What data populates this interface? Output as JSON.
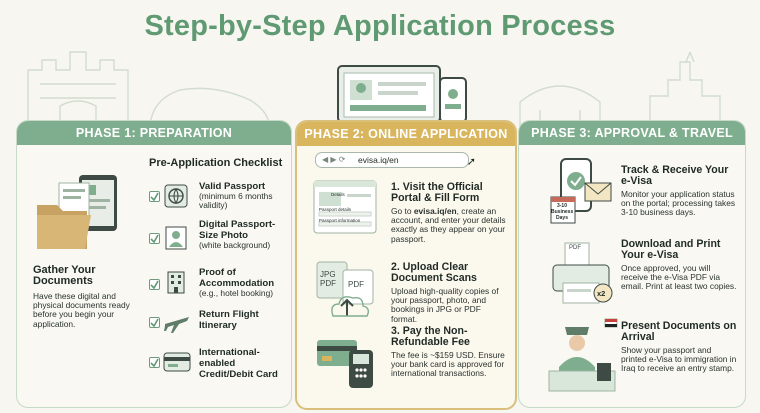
{
  "title": "Step-by-Step Application Process",
  "colors": {
    "green": "#7fae8e",
    "gold": "#d9b55e",
    "title": "#5f9a72"
  },
  "phase1": {
    "header": "PHASE 1: PREPARATION",
    "left_title": "Gather Your Documents",
    "left_text": "Have these digital and physical documents ready before you begin your application.",
    "checklist_title": "Pre-Application Checklist",
    "items": [
      {
        "title": "Valid Passport",
        "desc": "(minimum 6 months validity)",
        "icon": "globe-passport-icon"
      },
      {
        "title": "Digital Passport-Size Photo",
        "desc": "(white background)",
        "icon": "photo-icon"
      },
      {
        "title": "Proof of Accommodation",
        "desc": "(e.g., hotel booking)",
        "icon": "hotel-icon"
      },
      {
        "title": "Return Flight Itinerary",
        "desc": "",
        "icon": "plane-icon"
      },
      {
        "title": "International-enabled Credit/Debit Card",
        "desc": "",
        "icon": "card-icon"
      }
    ]
  },
  "phase2": {
    "header": "PHASE 2: ONLINE APPLICATION",
    "url": "evisa.iq/en",
    "steps": [
      {
        "title": "1. Visit the Official Portal & Fill Form",
        "text_a": "Go to ",
        "text_bold": "evisa.iq/en",
        "text_b": ", create an account, and enter your details exactly as they appear on your passport."
      },
      {
        "title": "2. Upload Clear Document Scans",
        "text": "Upload high-quality copies of your passport, photo, and bookings in JPG or PDF format."
      },
      {
        "title": "3. Pay the Non-Refundable Fee",
        "text": "The fee is ~$159 USD. Ensure your bank card is approved for international transactions."
      }
    ],
    "form_labels": {
      "details": "Details",
      "passport_details": "Passport details",
      "passport_info": "Passport information"
    },
    "file_labels": {
      "jpg": "JPG",
      "pdf": "PDF"
    }
  },
  "phase3": {
    "header": "PHASE 3: APPROVAL & TRAVEL",
    "steps": [
      {
        "title": "Track & Receive Your e-Visa",
        "text": "Monitor your application status on the portal; processing takes 3-10 business days.",
        "icon": "phone-check-icon"
      },
      {
        "title": "Download and Print Your e-Visa",
        "text": "Once approved, you will receive the e-Visa PDF via email. Print at least two copies.",
        "icon": "printer-icon"
      },
      {
        "title": "Present Documents on Arrival",
        "text": "Show your passport and printed e-Visa to immigration in Iraq to receive an entry stamp.",
        "icon": "officer-icon"
      }
    ],
    "calendar_label": "3-10 Business Days",
    "copies_label": "x2",
    "pdf_label": "PDF"
  }
}
